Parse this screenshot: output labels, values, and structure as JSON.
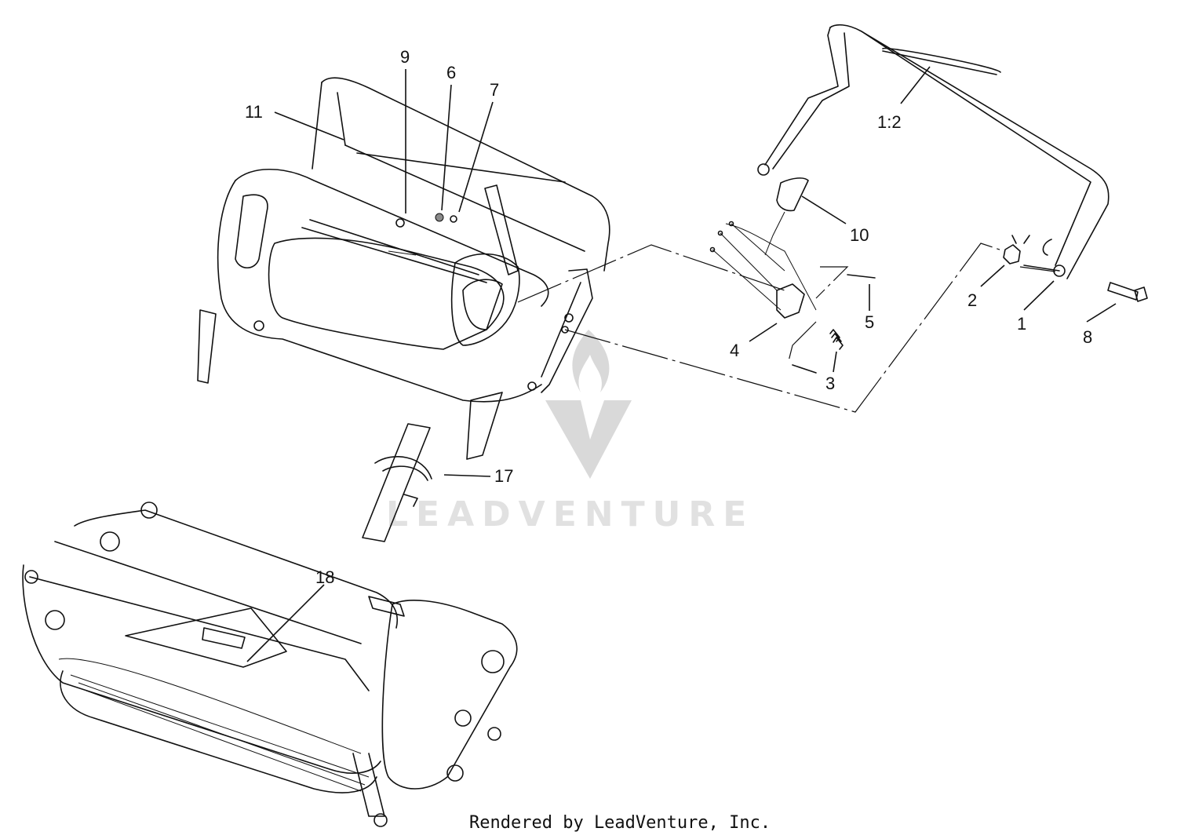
{
  "callouts": {
    "c11": "11",
    "c9": "9",
    "c6": "6",
    "c7": "7",
    "c1_2": "1:2",
    "c10": "10",
    "c2": "2",
    "c1": "1",
    "c8": "8",
    "c5": "5",
    "c4": "4",
    "c3": "3",
    "c17": "17",
    "c18": "18"
  },
  "watermark": {
    "text": "LEADVENTURE"
  },
  "footer": {
    "credit": "Rendered by LeadVenture, Inc."
  }
}
